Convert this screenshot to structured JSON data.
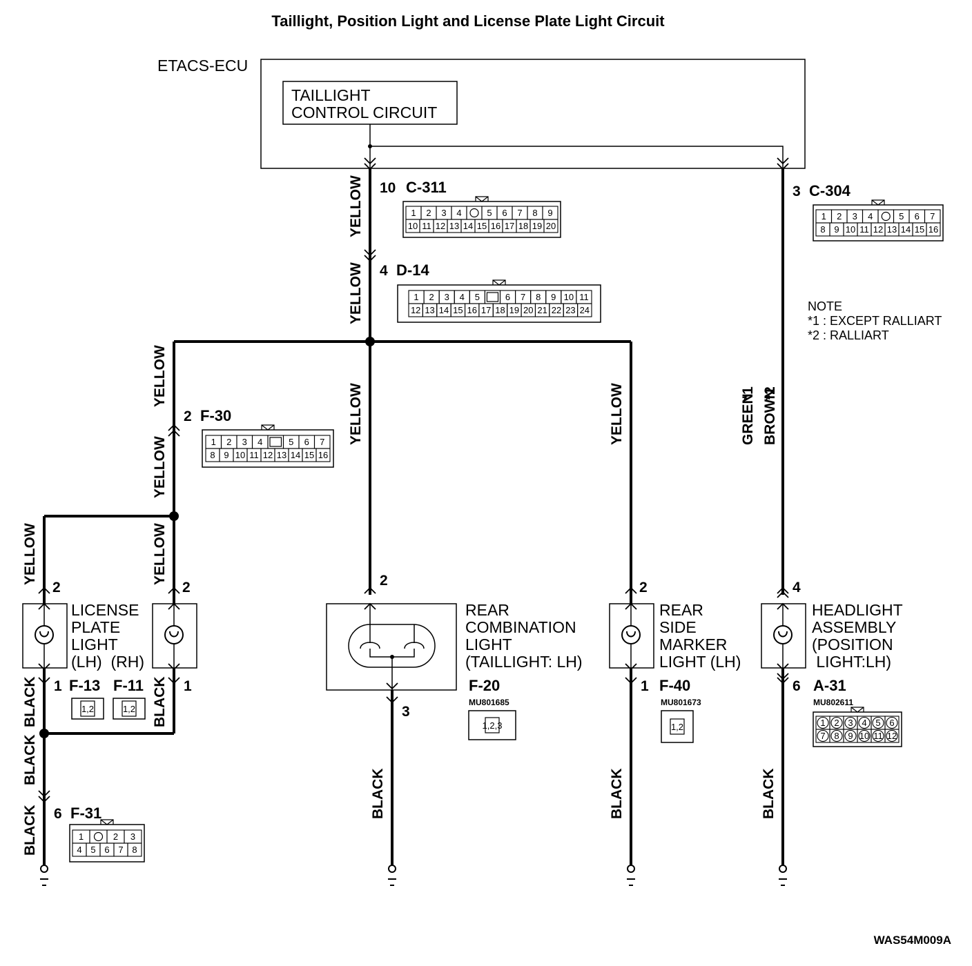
{
  "title": "Taillight, Position Light and License Plate Light Circuit",
  "ecu": {
    "label": "ETACS-ECU",
    "block_line1": "TAILLIGHT",
    "block_line2": "CONTROL CIRCUIT"
  },
  "connectors": {
    "c311": {
      "pin": "10",
      "id": "C-311",
      "row1": [
        "1",
        "2",
        "3",
        "4",
        "o",
        "5",
        "6",
        "7",
        "8",
        "9"
      ],
      "row2": [
        "10",
        "11",
        "12",
        "13",
        "14",
        "15",
        "16",
        "17",
        "18",
        "19",
        "20"
      ]
    },
    "c304": {
      "pin": "3",
      "id": "C-304",
      "row1": [
        "1",
        "2",
        "3",
        "4",
        "o",
        "5",
        "6",
        "7"
      ],
      "row2": [
        "8",
        "9",
        "10",
        "11",
        "12",
        "13",
        "14",
        "15",
        "16"
      ]
    },
    "d14": {
      "pin": "4",
      "id": "D-14",
      "row1": [
        "1",
        "2",
        "3",
        "4",
        "5",
        "",
        "6",
        "7",
        "8",
        "9",
        "10",
        "11"
      ],
      "row2": [
        "12",
        "13",
        "14",
        "15",
        "16",
        "17",
        "18",
        "19",
        "20",
        "21",
        "22",
        "23",
        "24"
      ]
    },
    "f30": {
      "pin": "2",
      "id": "F-30",
      "row1": [
        "1",
        "2",
        "3",
        "4",
        "",
        "5",
        "6",
        "7"
      ],
      "row2": [
        "8",
        "9",
        "10",
        "11",
        "12",
        "13",
        "14",
        "15",
        "16"
      ]
    },
    "f13": {
      "id": "F-13",
      "cells": [
        "1",
        "2"
      ]
    },
    "f11": {
      "id": "F-11",
      "cells": [
        "1",
        "2"
      ]
    },
    "f31": {
      "pin": "6",
      "id": "F-31",
      "row1": [
        "1",
        "o",
        "2",
        "3"
      ],
      "row2": [
        "4",
        "5",
        "6",
        "7",
        "8"
      ]
    },
    "f20": {
      "id": "F-20",
      "part": "MU801685",
      "cells": [
        "1",
        "2",
        "3"
      ]
    },
    "f40": {
      "id": "F-40",
      "part": "MU801673",
      "cells": [
        "1",
        "2"
      ]
    },
    "a31": {
      "pin": "6",
      "id": "A-31",
      "part": "MU802611",
      "row1": [
        "1",
        "2",
        "3",
        "4",
        "5",
        "6"
      ],
      "row2": [
        "7",
        "8",
        "9",
        "10",
        "11",
        "12"
      ]
    }
  },
  "wires": {
    "yellow": "YELLOW",
    "black": "BLACK",
    "green": "GREEN",
    "brown": "BROWN",
    "mark1": "*1",
    "mark2": "*2"
  },
  "note": {
    "title": "NOTE",
    "line1": "*1 : EXCEPT RALLIART",
    "line2": "*2 : RALLIART"
  },
  "components": {
    "license": {
      "line1": "LICENSE",
      "line2": "PLATE",
      "line3": "LIGHT",
      "line4": "(LH)  (RH)",
      "pin_in_lh": "2",
      "pin_in_rh": "2",
      "pin_out_lh": "1",
      "pin_out_rh": "1"
    },
    "rear_combo": {
      "line1": "REAR",
      "line2": "COMBINATION",
      "line3": "LIGHT",
      "line4": "(TAILLIGHT: LH)",
      "pin_in": "2",
      "pin_out": "3"
    },
    "side_marker": {
      "line1": "REAR",
      "line2": "SIDE",
      "line3": "MARKER",
      "line4": "LIGHT (LH)",
      "pin_in": "2",
      "pin_out": "1"
    },
    "headlight": {
      "line1": "HEADLIGHT",
      "line2": "ASSEMBLY",
      "line3": "(POSITION",
      "line4": " LIGHT:LH)",
      "pin_in": "4",
      "pin_out": "6"
    }
  },
  "diagram_code": "WAS54M009A"
}
